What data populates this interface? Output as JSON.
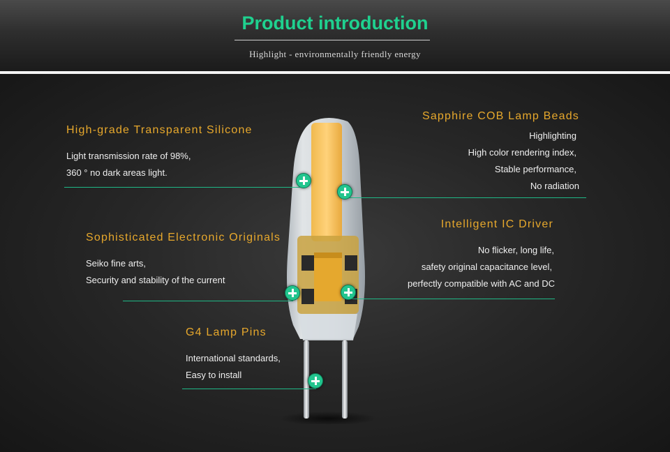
{
  "header": {
    "title": "Product introduction",
    "subtitle": "Highlight - environmentally friendly energy"
  },
  "features": {
    "silicone": {
      "title": "High-grade Transparent Silicone",
      "lines": [
        "Light transmission rate of 98%,",
        "360 ° no dark areas light."
      ]
    },
    "cob": {
      "title": "Sapphire COB Lamp Beads",
      "lines": [
        "Highlighting",
        "High color rendering index,",
        "Stable performance,",
        "No radiation"
      ]
    },
    "electronics": {
      "title": "Sophisticated Electronic Originals",
      "lines": [
        "Seiko fine arts,",
        "Security and stability of the current"
      ]
    },
    "driver": {
      "title": "Intelligent IC Driver",
      "lines": [
        "No flicker, long life,",
        "safety original capacitance level,",
        "perfectly compatible with AC and DC"
      ]
    },
    "pins": {
      "title": "G4 Lamp Pins",
      "lines": [
        "International standards,",
        "Easy to install"
      ]
    }
  },
  "colors": {
    "accent_green": "#1fd18f",
    "title_gold": "#e7a82c",
    "marker_green": "#22c58e"
  },
  "icons": {
    "marker": "plus-circle-icon"
  }
}
